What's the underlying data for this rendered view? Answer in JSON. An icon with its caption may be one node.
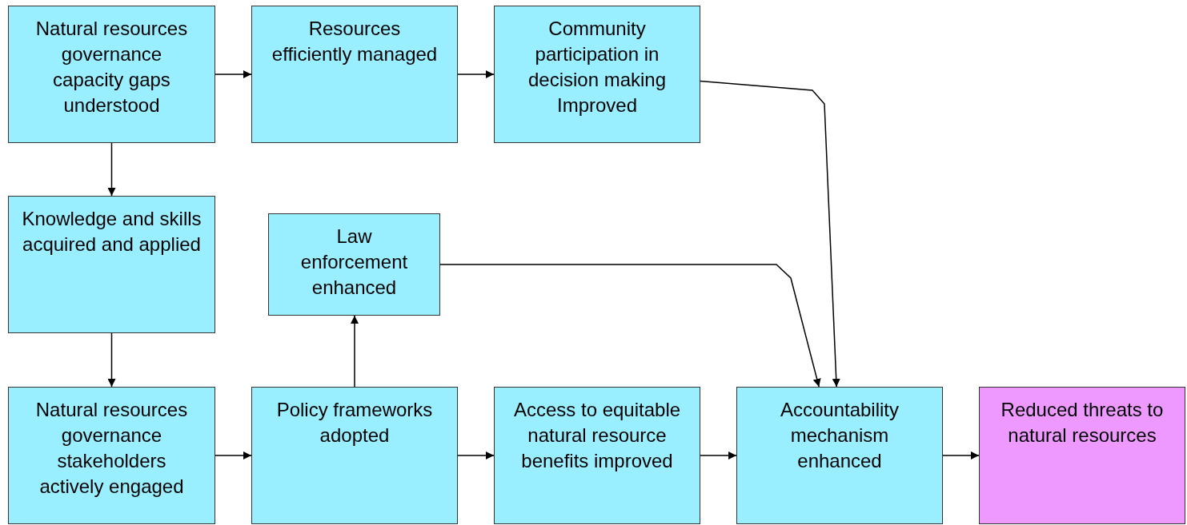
{
  "diagram": {
    "nodes": [
      {
        "text": [
          "Natural resources governance capacity gaps understood"
        ]
      },
      {
        "text": [
          "Resources efficiently managed"
        ]
      },
      {
        "text": [
          "Community participation in decision making Improved"
        ]
      },
      {
        "text": [
          "Knowledge and skills acquired and applied"
        ]
      },
      {
        "text": [
          "Law enforcement enhanced"
        ]
      },
      {
        "text": [
          "Natural resources governance stakeholders actively engaged"
        ]
      },
      {
        "text": [
          "Policy frameworks adopted"
        ]
      },
      {
        "text": [
          "Access to equitable natural resource benefits improved"
        ]
      },
      {
        "text": [
          "Accountability mechanism enhanced"
        ]
      },
      {
        "text": [
          "Reduced threats to natural resources"
        ]
      }
    ],
    "edges": [
      {
        "from": 0,
        "to": 1,
        "arrow": "to"
      },
      {
        "from": 1,
        "to": 2,
        "arrow": "to"
      },
      {
        "from": 0,
        "to": 3,
        "arrow": "to"
      },
      {
        "from": 3,
        "to": 5,
        "arrow": "to"
      },
      {
        "from": 5,
        "to": 6,
        "arrow": "to"
      },
      {
        "from": 6,
        "to": 4,
        "arrow": "to"
      },
      {
        "from": 6,
        "to": 7,
        "arrow": "to"
      },
      {
        "from": 7,
        "to": 8,
        "arrow": "to"
      },
      {
        "from": 8,
        "to": 9,
        "arrow": "to"
      },
      {
        "from": 2,
        "to": 8,
        "arrow": "to"
      },
      {
        "from": 4,
        "to": 8,
        "arrow": "to"
      }
    ]
  }
}
